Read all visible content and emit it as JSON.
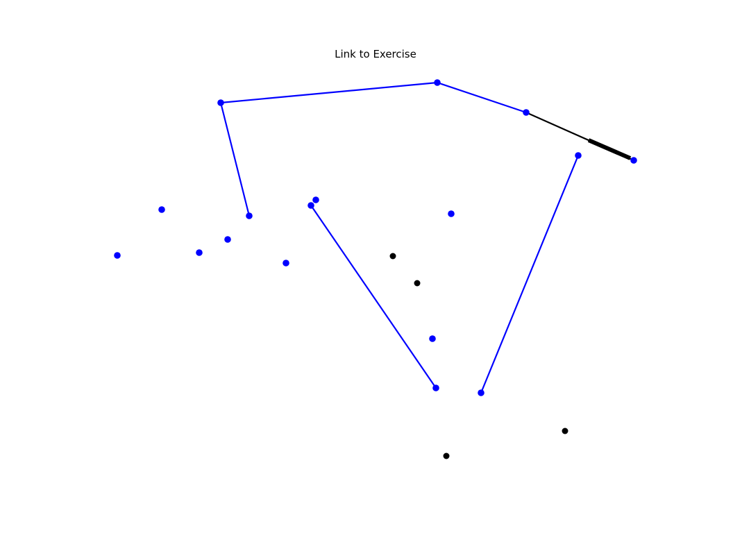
{
  "title": "Link to Exercise",
  "colors": {
    "path": "#0000ff",
    "node": "#0000ff",
    "highlight": "#000000",
    "background": "#ffffff"
  },
  "nodes": [
    {
      "id": "a",
      "group": "blue"
    },
    {
      "id": "b",
      "group": "blue"
    },
    {
      "id": "c",
      "group": "blue"
    },
    {
      "id": "d",
      "group": "blue"
    },
    {
      "id": "e",
      "group": "blue"
    },
    {
      "id": "f",
      "group": "blue"
    },
    {
      "id": "g",
      "group": "blue"
    },
    {
      "id": "h",
      "group": "blue"
    },
    {
      "id": "i",
      "group": "blue"
    },
    {
      "id": "j",
      "group": "blue"
    },
    {
      "id": "k",
      "group": "blue"
    },
    {
      "id": "l",
      "group": "blue"
    },
    {
      "id": "m",
      "group": "blue"
    },
    {
      "id": "n",
      "group": "blue"
    },
    {
      "id": "o",
      "group": "blue"
    },
    {
      "id": "p",
      "group": "blue"
    },
    {
      "id": "q",
      "group": "blue"
    },
    {
      "id": "r",
      "group": "black"
    },
    {
      "id": "s",
      "group": "black"
    },
    {
      "id": "t",
      "group": "black"
    },
    {
      "id": "u",
      "group": "black"
    }
  ],
  "edges": [
    {
      "from": "b",
      "to": "a",
      "style": "blue"
    },
    {
      "from": "b",
      "to": "c",
      "style": "blue"
    },
    {
      "from": "c",
      "to": "d",
      "style": "blue"
    },
    {
      "from": "d",
      "to": "e",
      "style": "black-arrow"
    },
    {
      "from": "f",
      "to": "g",
      "style": "blue"
    },
    {
      "from": "h",
      "to": "i",
      "style": "blue"
    }
  ]
}
